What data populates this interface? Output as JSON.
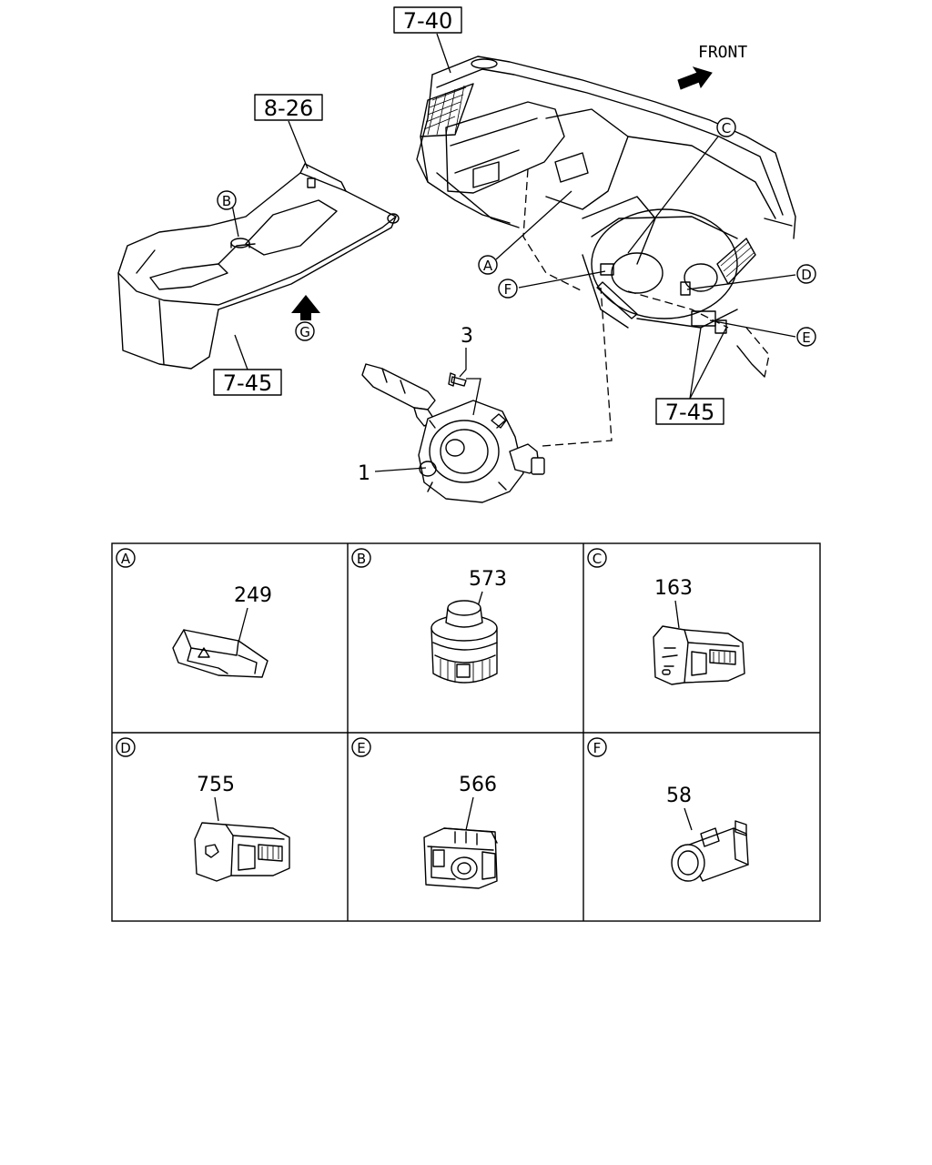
{
  "ref_boxes": {
    "dash": "7-40",
    "console": "8-26",
    "console_bottom": "7-45",
    "dash_bottom": "7-45"
  },
  "front_label": "FRONT",
  "view_markers": {
    "A": "A",
    "B": "B",
    "C": "C",
    "D": "D",
    "E": "E",
    "F": "F",
    "G": "G"
  },
  "part_numbers": {
    "combo_switch": "1",
    "screw": "3"
  },
  "panels": [
    {
      "letter": "A",
      "part": "249"
    },
    {
      "letter": "B",
      "part": "573"
    },
    {
      "letter": "C",
      "part": "163"
    },
    {
      "letter": "D",
      "part": "755"
    },
    {
      "letter": "E",
      "part": "566"
    },
    {
      "letter": "F",
      "part": "58"
    }
  ]
}
